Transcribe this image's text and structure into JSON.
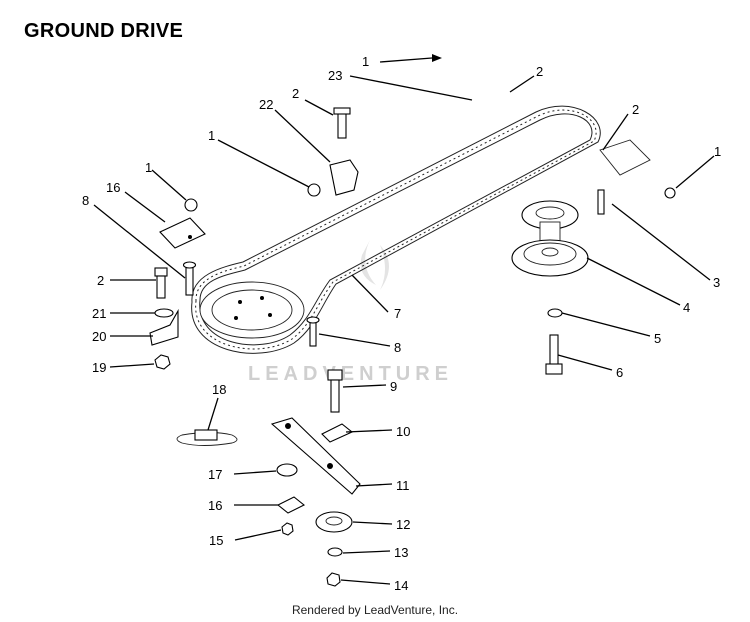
{
  "title": "GROUND DRIVE",
  "watermark": "LEADVENTURE",
  "footer": "Rendered by LeadVenture, Inc.",
  "callouts": {
    "c1_top": "1",
    "c23": "23",
    "c2_top": "2",
    "c2_a": "2",
    "c22": "22",
    "c1_b": "1",
    "c2_right": "2",
    "c1_right": "1",
    "c1_left": "1",
    "c16_top": "16",
    "c8_left": "8",
    "c2_left": "2",
    "c21": "21",
    "c20": "20",
    "c19": "19",
    "c7": "7",
    "c8_mid": "8",
    "c3": "3",
    "c4": "4",
    "c5": "5",
    "c6": "6",
    "c9": "9",
    "c10": "10",
    "c18": "18",
    "c11": "11",
    "c17": "17",
    "c16_bot": "16",
    "c12": "12",
    "c15": "15",
    "c13": "13",
    "c14": "14"
  }
}
